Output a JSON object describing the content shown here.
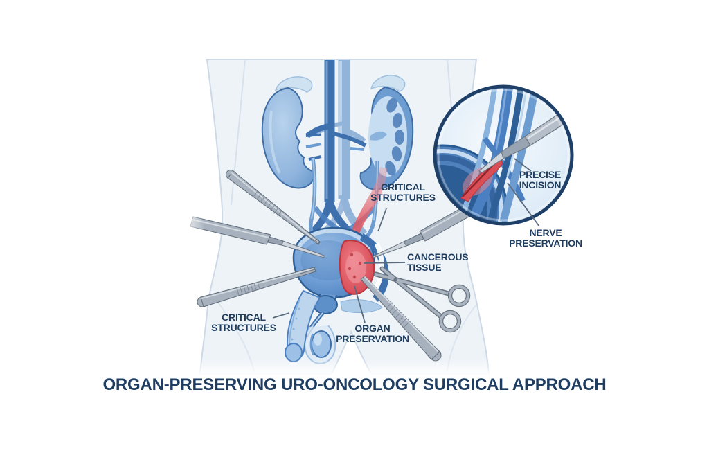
{
  "figure": {
    "title": "ORGAN-PRESERVING URO-ONCOLOGY SURGICAL APPROACH",
    "annotations": [
      {
        "id": "critical-structures-upper",
        "text": "CRITICAL\nSTRUCTURES"
      },
      {
        "id": "cancerous-tissue",
        "text": "CANCEROUS\nTISSUE"
      },
      {
        "id": "critical-structures-lower",
        "text": "CRITICAL\nSTRUCTURES"
      },
      {
        "id": "organ-preservation",
        "text": "ORGAN\nPRESERVATION"
      },
      {
        "id": "precise-incision",
        "text": "PRECISE\nINCISION"
      },
      {
        "id": "nerve-preservation",
        "text": "NERVE\nPRESERVATION"
      }
    ],
    "colors": {
      "label_text": "#1f3d5f",
      "title_text": "#1e3d60",
      "anatomy_blue": "#4a7fc1",
      "anatomy_blue_dark": "#2e5f96",
      "anatomy_blue_light": "#b9d4ec",
      "cancer_red": "#d94f55",
      "instrument_gray": "#a8b2bf",
      "inset_ring": "#1e3f68",
      "body_silhouette": "#eef3f8",
      "background": "#ffffff"
    }
  }
}
